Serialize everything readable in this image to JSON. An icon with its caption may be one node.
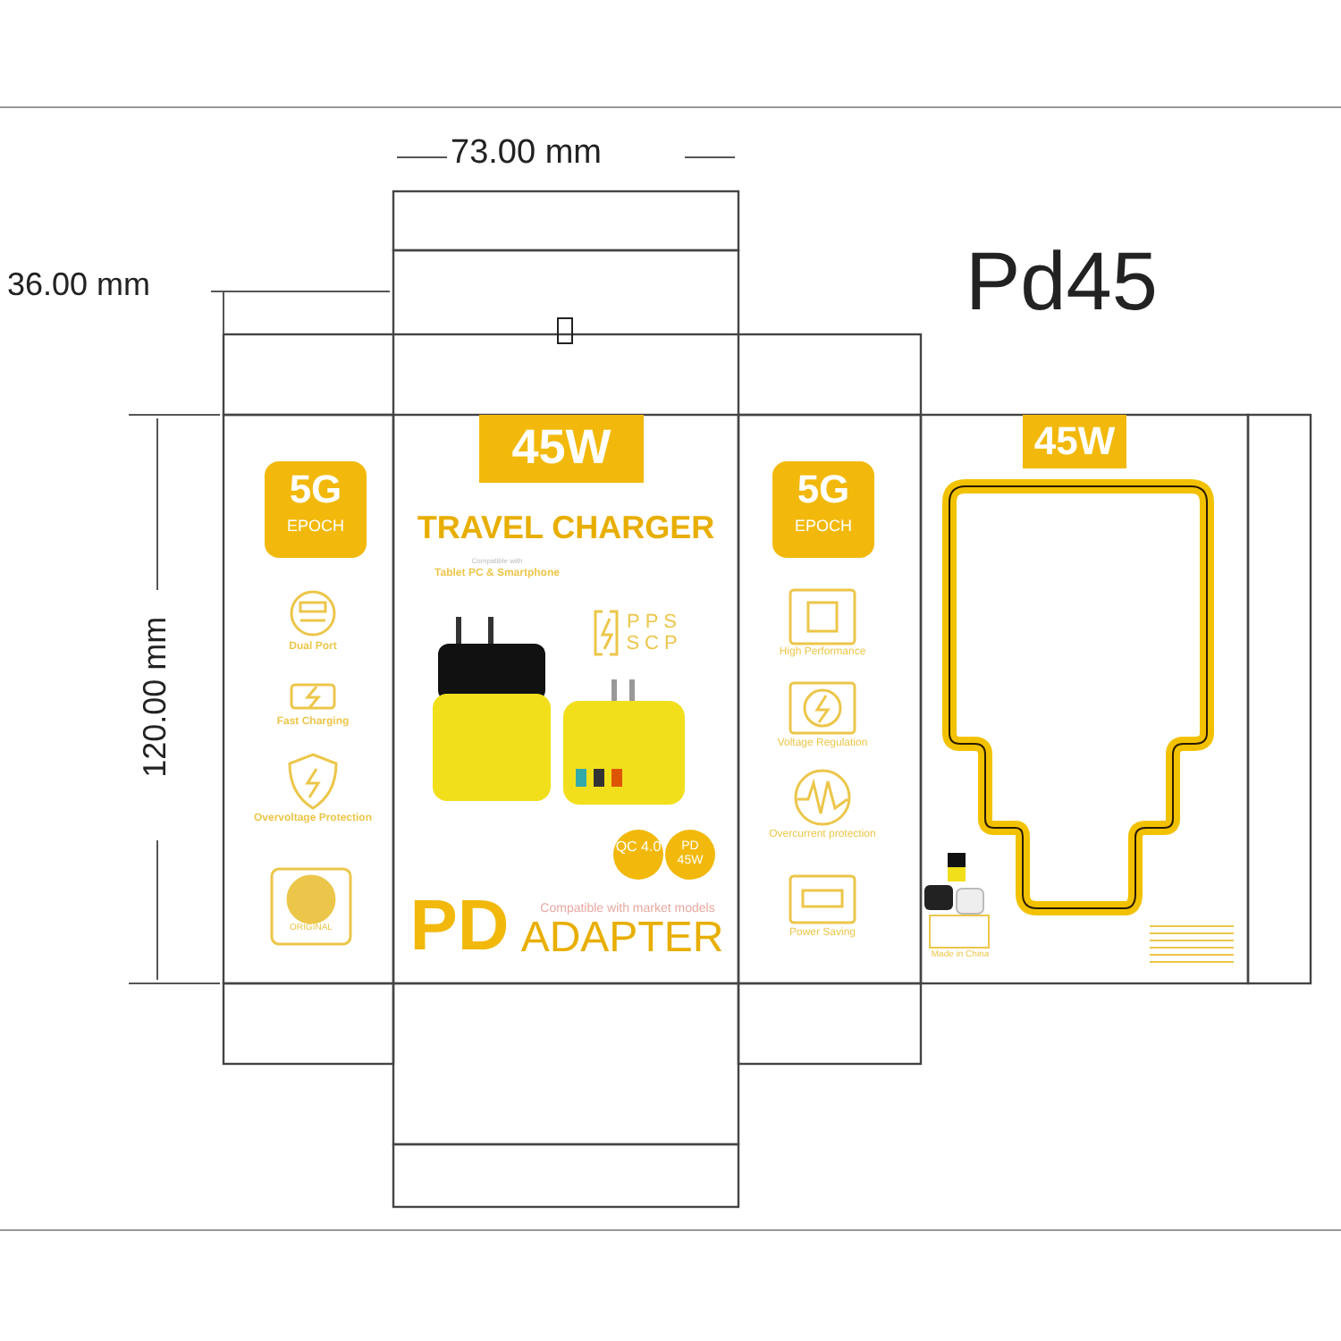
{
  "diagram": {
    "labels": [
      "73.00 mm",
      "36.00 mm",
      "Pd45",
      "120.00 mm",
      "5G",
      "EPOCH",
      "Dual Port",
      "Fast Charging",
      "Overvoltage Protection",
      "ORIGINAL",
      "45W",
      "TRAVEL CHARGER",
      "Compatible with",
      "Tablet PC & Smartphone",
      "PPS",
      "SCP",
      "QC 4.0",
      "PD 45W",
      "PD",
      "Compatible with market models",
      "ADAPTER",
      "5G",
      "EPOCH",
      "High Performance",
      "Voltage Regulation",
      "Overcurrent protection",
      "Power Saving",
      "45W",
      "Made in China"
    ]
  }
}
